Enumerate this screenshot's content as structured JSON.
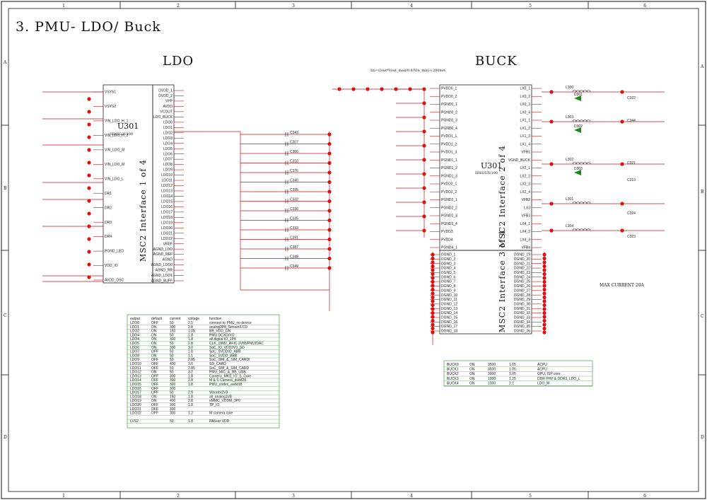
{
  "page_title": "3. PMU- LDO/ Buck",
  "section_ldo": "LDO",
  "section_buck": "BUCK",
  "buck_formula": "Iin=(Iout*Vout_max/0.8/Vin_min)+200mA",
  "max_current": "MAX CURRENT  20A",
  "col_labels": [
    "1",
    "2",
    "3",
    "4",
    "5",
    "6"
  ],
  "row_labels": [
    "A",
    "B",
    "C",
    "D"
  ],
  "u301_ldo": {
    "ref": "U301",
    "part": "HI6553V100",
    "interface": "MSC2 Interface 1 of 4",
    "left_pins": [
      "VSYS1",
      "VSYS2",
      "VIN_LDO_H_1",
      "VIN_LDO_H_2",
      "VIN_LDO_M",
      "VIN_LDO_M",
      "VIN_LDO_L",
      "DR1",
      "DR2",
      "DR3",
      "DR4",
      "PGND_LED",
      "VDD_IO",
      "AVDD_OSC"
    ],
    "right_pins": [
      "DVDD_1",
      "DVDD_2",
      "VPP",
      "AVDD",
      "VCOUT",
      "LDO_BUCK",
      "LDO0",
      "LDO1",
      "LDO2",
      "LDO3",
      "LDO4",
      "LDO5",
      "LDO6",
      "LDO7",
      "LDO8",
      "LDO9",
      "LDO10",
      "LDO11",
      "LDO12",
      "LDO13",
      "LDO14",
      "LDO15",
      "LDO16",
      "LDO17",
      "LDO18",
      "LDO19",
      "LDO20",
      "LDO21",
      "LDO22",
      "VREF",
      "AGND_LDO",
      "AGND_REF",
      "AGND",
      "AGND_LDO0",
      "AGND_RR",
      "AGND_LDO1",
      "AGND_BUFF"
    ]
  },
  "u301_buck": {
    "ref": "U301",
    "part": "HI6553V100",
    "interface": "MSC2 Interface 2 of 4",
    "left_pins": [
      "PVDD0_1",
      "PVDD0_2",
      "PGND0_1",
      "PGND0_2",
      "PGND0_3",
      "PGND0_4",
      "PVDD1_1",
      "PVDD1_2",
      "PVDD1_3",
      "PGND1_1",
      "PGND1_2",
      "PGND1_3",
      "PVDD2_1",
      "PVDD2_2",
      "PGND2_1",
      "PGND2_2",
      "PGND2_3",
      "PGND2_4",
      "PVDD3",
      "PVDD4",
      "PGND4_1"
    ],
    "right_pins": [
      "LX0_1",
      "LX0_2",
      "LX0_3",
      "LX0_4",
      "LX1_1",
      "LX1_2",
      "LX1_3",
      "LX1_4",
      "VFB1",
      "VGND_BUCK",
      "LX2_1",
      "LX2_2",
      "LX2_3",
      "LX2_4",
      "VFB2",
      "LX3",
      "VFB3",
      "LX4_1",
      "LX4_2",
      "LX4_3",
      "VFB4"
    ]
  },
  "u301_gnd": {
    "interface": "MSC2 Interface 3 of 4",
    "left_pins": [
      "DGND_1",
      "DGND_2",
      "DGND_3",
      "DGND_4",
      "DGND_5",
      "DGND_6",
      "DGND_7",
      "DGND_8",
      "DGND_9",
      "DGND_10",
      "DGND_11",
      "DGND_12",
      "DGND_13",
      "DGND_14",
      "DGND_15",
      "DGND_16",
      "DGND_17",
      "DGND_18"
    ],
    "right_pins": [
      "DGND_19",
      "DGND_20",
      "DGND_21",
      "DGND_22",
      "DGND_23",
      "DGND_24",
      "DGND_25",
      "DGND_26",
      "DGND_27",
      "DGND_28",
      "DGND_29",
      "DGND_30",
      "DGND_31",
      "DGND_32",
      "DGND_33",
      "DGND_34",
      "DGND_35",
      "DGND_36"
    ]
  },
  "ldo_caps": [
    "C343",
    "C307",
    "C306",
    "C310",
    "C376",
    "C340",
    "C335",
    "C332",
    "C336",
    "C335",
    "C333",
    "C391",
    "C387",
    "C348",
    "C349"
  ],
  "inductors": [
    "L300",
    "L303",
    "L302",
    "L301",
    "L304"
  ],
  "buck_caps": [
    "C322",
    "C344",
    "C321",
    "C319",
    "C324",
    "C323"
  ],
  "diodes": [
    "D301",
    "D302",
    "D303"
  ],
  "ldo_table": {
    "headers": [
      "output",
      "default",
      "current",
      "voltage",
      "function"
    ],
    "rows": [
      [
        "LDO0",
        "OFF",
        "50",
        "2.5",
        "connect to PMU_no device"
      ],
      [
        "LDO1",
        "ON",
        "300",
        "2.8",
        "analog2P8_Sensor/LCD"
      ],
      [
        "LDO2",
        "ON",
        "150",
        "1.05",
        "BB_VDD_ON"
      ],
      [
        "LDO4",
        "ON",
        "50",
        "1.8",
        "PMU DCXO/XO"
      ],
      [
        "LDO4",
        "ON",
        "300",
        "1.8",
        "all digital IO_1P8"
      ],
      [
        "LDO5",
        "ON",
        "50",
        "2.8",
        "CLK_19M2_RFIC 2V85/PMU/DAC"
      ],
      [
        "LDO6",
        "ON",
        "300",
        "3.0",
        "SoC_IO_VDD3V3_SD"
      ],
      [
        "LDO7",
        "OFF",
        "50",
        "1.8",
        "SoC_SVDDIO_ABB"
      ],
      [
        "LDO8",
        "ON",
        "50",
        "1.1",
        "SoC_SVDD_ABB"
      ],
      [
        "LDO9",
        "OFF",
        "50",
        "2.85",
        "SoC_SIM_&_SIM_CARDI"
      ],
      [
        "LDO10",
        "OFF",
        "400",
        "3.0",
        "SD_CARD"
      ],
      [
        "LDO11",
        "OFF",
        "50",
        "2.85",
        "SoC_SIM_&_SIM_CARD"
      ],
      [
        "LDO12",
        "ON",
        "50",
        "3.2",
        "PMU_MIC_&_BB_USB"
      ],
      [
        "LDO13",
        "OFF",
        "300",
        "1.8",
        "Camera_MKS_IO_S_Core"
      ],
      [
        "LDO14",
        "OFF",
        "300",
        "2.8",
        "M & S Camera_dvdd28"
      ],
      [
        "LDO15",
        "OFF",
        "300",
        "1.8",
        "PMU_codec_avdd18"
      ],
      [
        "LDO16",
        "OFF",
        "300",
        "",
        ""
      ],
      [
        "LDO17",
        "OFF",
        "50",
        "2.9",
        "Vibrator2V9"
      ],
      [
        "LDO18",
        "ON",
        "150",
        "1.8",
        "all_analog1V8"
      ],
      [
        "LDO19",
        "ON",
        "400",
        "2.8",
        "eMMC_VDDM_3P0"
      ],
      [
        "LDO20",
        "OFF",
        "300",
        "1.8",
        "TP_IO"
      ],
      [
        "LDO21",
        "OFF",
        "300",
        "",
        ""
      ],
      [
        "LDO22",
        "OFF",
        "300",
        "1.2",
        "M camera core"
      ],
      [
        "",
        "",
        "",
        "",
        ""
      ],
      [
        "LVS2",
        "",
        "50",
        "1.8",
        "PA5ear VDD"
      ]
    ]
  },
  "buck_table": {
    "rows": [
      [
        "BUCK0",
        "ON",
        "3500",
        "1.05",
        "ACPU"
      ],
      [
        "BUCK1",
        "ON",
        "3500",
        "1.05",
        "ACPU"
      ],
      [
        "BUCK2",
        "ON",
        "3000",
        "1.05",
        "GPU, ISP core"
      ],
      [
        "BUCK3",
        "ON",
        "1000",
        "1.25",
        "DDR PHY & DDR3, LDO_L"
      ],
      [
        "BUCK4",
        "ON",
        "1000",
        "2.1",
        "LDO_M"
      ]
    ]
  }
}
